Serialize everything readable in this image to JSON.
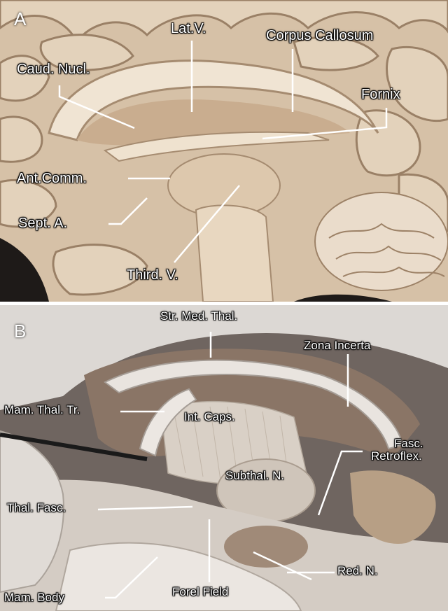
{
  "panel_a": {
    "letter": "A",
    "labels": {
      "lat_v": "Lat.V.",
      "corpus_callosum": "Corpus Callosum",
      "caud_nucl": "Caud. Nucl.",
      "fornix": "Fornix",
      "ant_comm": "Ant.Comm.",
      "sept_a": "Sept. A.",
      "third_v": "Third. V."
    }
  },
  "panel_b": {
    "letter": "B",
    "labels": {
      "str_med_thal": "Str. Med. Thal.",
      "zona_incerta": "Zona Incerta",
      "mam_thal_tr": "Mam. Thal. Tr.",
      "int_caps": "Int. Caps.",
      "fasc_retroflex_1": "Fasc.",
      "fasc_retroflex_2": "Retroflex.",
      "subthal_n": "Subthal. N.",
      "thal_fasc": "Thal. Fasc.",
      "red_n": "Red. N.",
      "mam_body": "Mam. Body",
      "forel_field": "Forel Field"
    }
  }
}
